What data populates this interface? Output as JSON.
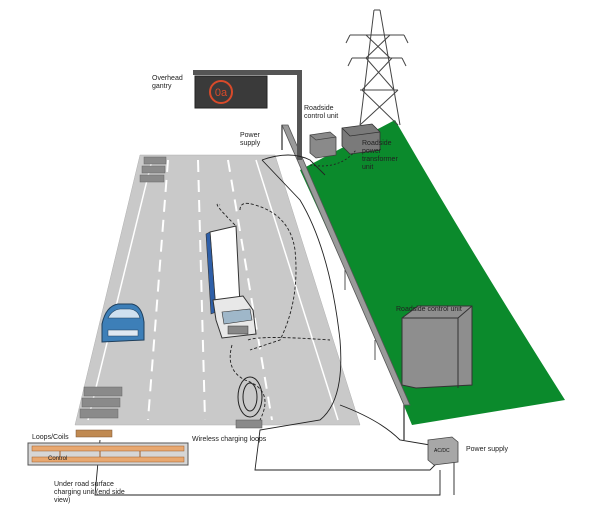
{
  "labels": {
    "overhead_gantry": "Overhead gantry",
    "gantry_display": "0a",
    "roadside_control_unit_top": "Roadside control unit",
    "power_supply_top": "Power supply",
    "roadside_power_transformer_unit": "Roadside power transformer unit",
    "roadside_control_unit_field": "Roadside control unit",
    "wireless_charging_loops": "Wireless charging loops",
    "loops_coils": "Loops/Coils",
    "control": "Control",
    "acdc": "AC/DC",
    "power_supply_bottom": "Power supply",
    "under_road_unit": "Under road surface charging unit (end side view)"
  },
  "colors": {
    "field_green": "#0b8a2c",
    "road_gray": "#c9c9c9",
    "lane_white": "#ffffff",
    "coil_orange": "#e8a870",
    "gantry_sign": "#3a3a3a",
    "display_red": "#d84a2a",
    "car_blue": "#3d7fb8",
    "truck_blue": "#2e5fa8"
  }
}
